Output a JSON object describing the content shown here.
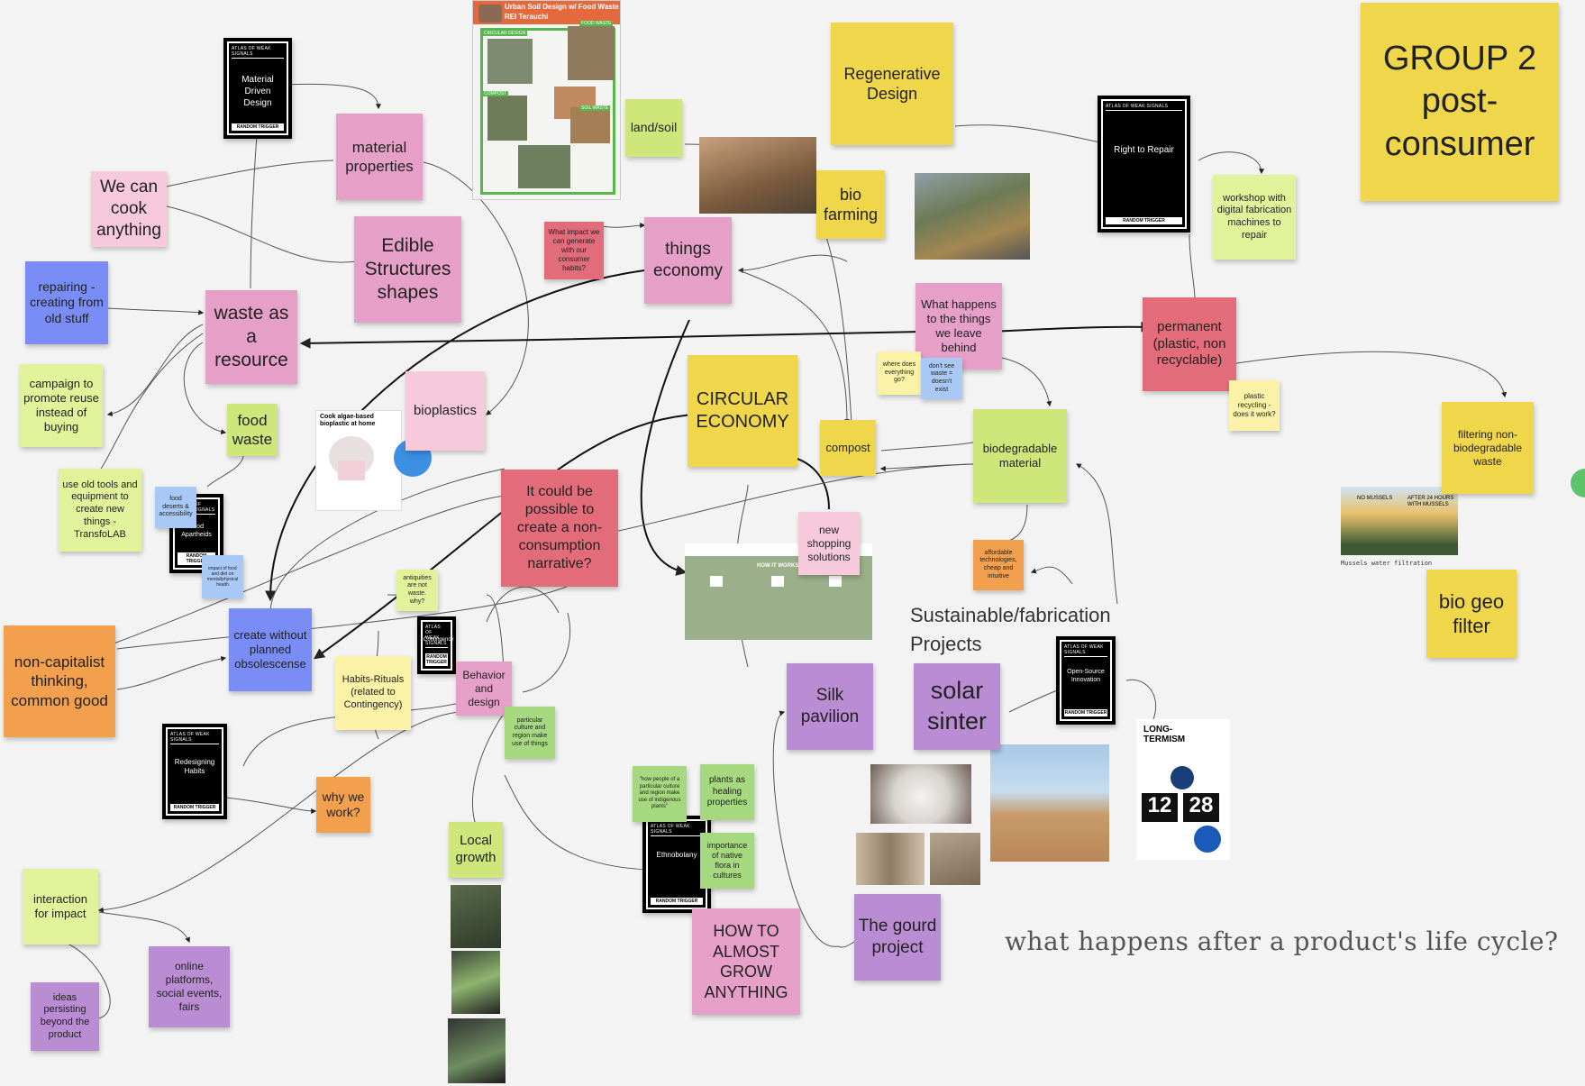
{
  "board": {
    "group_title": "GROUP 2 post-consumer",
    "question": "what happens after a product's life cycle?",
    "section_heading": "Sustainable/fabrication Projects"
  },
  "notes": {
    "material_properties": "material properties",
    "we_can_cook": "We can cook anything",
    "edible_structures": "Edible Structures shapes",
    "repairing": "repairing - creating from old stuff",
    "waste_resource": "waste as a resource",
    "campaign": "campaign to promote reuse instead of buying",
    "food_waste": "food waste",
    "old_tools": "use old tools and equipment to create new things - TransfoLAB",
    "food_deserts": "food deserts & accessibility",
    "mental_health": "impact of food and diet on mental/physical health",
    "non_capitalist": "non-capitalist thinking, common good",
    "create_without": "create without planned obsolescense",
    "bioplastics": "bioplastics",
    "what_impact": "What impact we can generate with our consumer habits?",
    "things_economy": "things economy",
    "land_soil": "land/soil",
    "regenerative": "Regenerative Design",
    "bio_farming": "bio farming",
    "workshop": "workshop with digital fabrication machines to repair",
    "what_happens": "What happens to the things we leave behind",
    "where_does": "where does everything go?",
    "dont_see": "don't see waste = doesn't exist",
    "permanent": "permanent (plastic, non recyclable)",
    "plastic_recycling": "plastic recycling - does it work?",
    "filtering": "filtering non-biodegradable waste",
    "circular": "CIRCULAR ECONOMY",
    "compost": "compost",
    "biodegradable": "biodegradable material",
    "non_consumption": "It could be possible to create a non-consumption narrative?",
    "new_shopping": "new shopping solutions",
    "affordable": "affordable technologies, cheap and intuitive",
    "antiquities": "antiquities are not waste. why?",
    "habits_rituals": "Habits-Rituals (related to Contingency)",
    "behavior": "Behavior and design",
    "culture_region": "particular culture and region make use of things",
    "why_work": "why we work?",
    "local_growth": "Local growth",
    "silk_pavilion": "Silk pavilion",
    "solar_sinter": "solar sinter",
    "plants_healing": "plants as healing properties",
    "how_people": "\"how people of a particular culture and region make use of indigenous plants\"",
    "native_flora": "importance of native flora in cultures",
    "how_to_grow": "HOW TO ALMOST GROW ANYTHING",
    "gourd": "The gourd project",
    "interaction": "interaction for impact",
    "online_platforms": "online platforms, social events, fairs",
    "ideas_persisting": "ideas persisting beyond the product",
    "bio_geo": "bio geo filter"
  },
  "cards": {
    "series": "ATLAS OF WEAK SIGNALS",
    "trigger": "RANDOM TRIGGER",
    "material_driven": "Material Driven Design",
    "right_to_repair": "Right to Repair",
    "food_apartheids": "Food Apartheids",
    "open_source": "Open-Source Innovation",
    "redesigning": "Redesigning Habits",
    "ethnobotany": "Ethnobotany",
    "contingency": "Contingency"
  },
  "images": {
    "urban_soil_title": "Urban Soil Design w/ Food Waste",
    "urban_soil_author": "REI Terauchi",
    "urban_soil_tags": [
      "CIRCULAR DESIGN",
      "FOOD WASTE",
      "COMPOST",
      "SOIL WASTE"
    ],
    "algae_title": "Cook algae-based bioplastic at home",
    "mussels_before": "NO MUSSELS",
    "mussels_after": "AFTER 24 HOURS WITH MUSSELS",
    "mussels_caption": "Mussels water filtration",
    "longtermism_title": "LONG-TERMISM",
    "clock_hours": "12",
    "clock_minutes": "28",
    "how_it_works": "HOW IT WORKS"
  },
  "colors": {
    "pink": "#e6a0c8",
    "yellow": "#f0d64a",
    "green": "#cfe67a",
    "blue": "#7a8cf5",
    "orange": "#f2a04e",
    "red": "#e36c7b",
    "purple": "#b98cd4",
    "background": "#f3f3f3"
  }
}
